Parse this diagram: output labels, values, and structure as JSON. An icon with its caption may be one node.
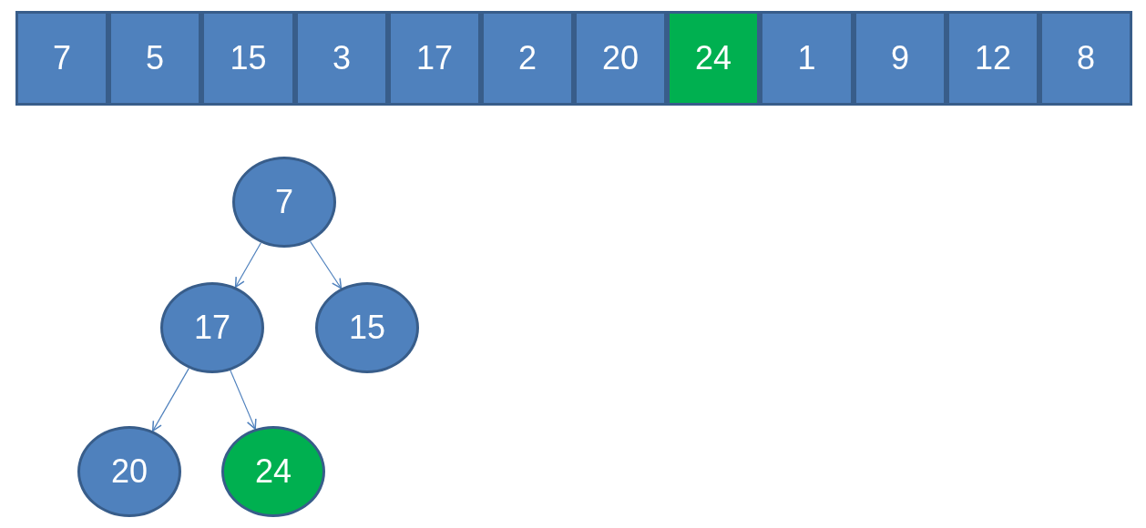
{
  "diagram": {
    "nodes": [
      {
        "text": [
          "7"
        ]
      },
      {
        "text": [
          "5"
        ]
      },
      {
        "text": [
          "15"
        ]
      },
      {
        "text": [
          "3"
        ]
      },
      {
        "text": [
          "17"
        ]
      },
      {
        "text": [
          "2"
        ]
      },
      {
        "text": [
          "20"
        ]
      },
      {
        "text": [
          "24"
        ]
      },
      {
        "text": [
          "1"
        ]
      },
      {
        "text": [
          "9"
        ]
      },
      {
        "text": [
          "12"
        ]
      },
      {
        "text": [
          "8"
        ]
      },
      {
        "text": [
          "7"
        ]
      },
      {
        "text": [
          "17"
        ]
      },
      {
        "text": [
          "15"
        ]
      },
      {
        "text": [
          "20"
        ]
      },
      {
        "text": [
          "24"
        ]
      }
    ],
    "edges": [
      {
        "from": 12,
        "to": 13,
        "arrow": "to"
      },
      {
        "from": 12,
        "to": 14,
        "arrow": "to"
      },
      {
        "from": 13,
        "to": 15,
        "arrow": "to"
      },
      {
        "from": 13,
        "to": 16,
        "arrow": "to"
      }
    ]
  }
}
